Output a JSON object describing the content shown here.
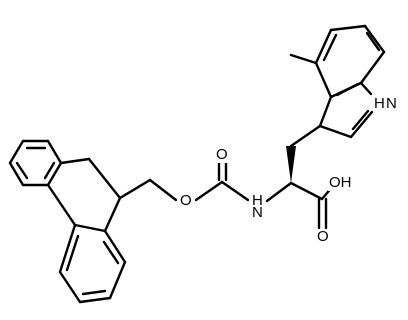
{
  "atoms": {
    "carbonyl_o": "O",
    "ester_o": "O",
    "amide_n": "N",
    "amide_h": "H",
    "acid_oh": "OH",
    "acid_o": "O",
    "indole_nh": "H",
    "indole_n": "N"
  }
}
